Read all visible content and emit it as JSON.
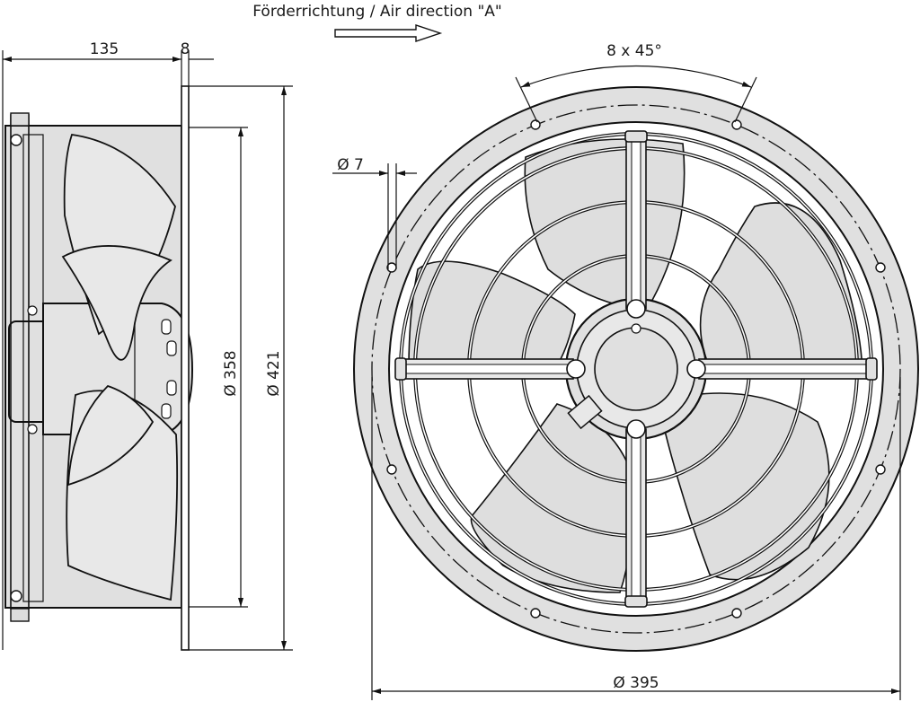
{
  "title": "Förderrichtung / Air direction \"A\"",
  "dimensions": {
    "depth": "135",
    "flange": "8",
    "angle": "8 x  45°",
    "hole": "Ø  7",
    "inner_diameter": "Ø  358",
    "outer_diameter": "Ø  421",
    "pitch_diameter": "Ø  395"
  },
  "colors": {
    "line": "#111111",
    "fill": "#e0e0e0"
  }
}
